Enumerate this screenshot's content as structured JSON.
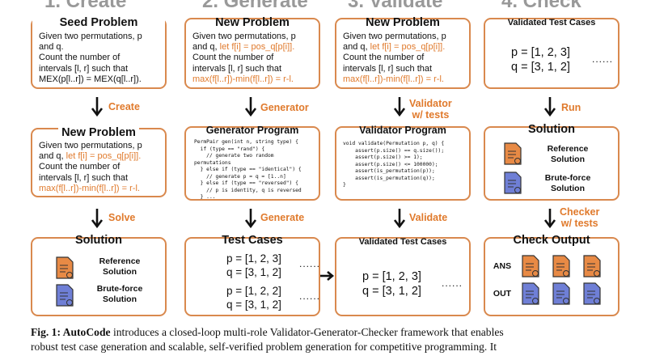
{
  "steps": [
    "1. Create",
    "2. Generate",
    "3. Validate",
    "4. Check"
  ],
  "col1": {
    "seed": {
      "title": "Seed Problem",
      "line1": "Given two permutations, p",
      "line2": "and q.",
      "line3": "Count the number of",
      "line4": "intervals [l, r] such that",
      "line5": "MEX(p[l..r]) = MEX(q[l..r])."
    },
    "arrow1": "Create",
    "newprob": {
      "title": "New Problem",
      "line1": "Given two permutations, p",
      "line2a": "and q, ",
      "line2b": "let f[i] = pos_q[p[i]].",
      "line3": "Count the number of",
      "line4": "intervals [l, r] such that",
      "line5": "max(f[l..r])-min(f[l..r]) = r-l."
    },
    "arrow2": "Solve",
    "solution": {
      "title": "Solution",
      "ref": "Reference\nSolution",
      "brute": "Brute-force\nSolution"
    }
  },
  "col2": {
    "newprob": {
      "title": "New Problem",
      "line1": "Given two permutations, p",
      "line2a": "and q, ",
      "line2b": "let f[i] = pos_q[p[i]].",
      "line3": "Count the number of",
      "line4": "intervals [l, r] such that",
      "line5": "max(f[l..r])-min(f[l..r]) = r-l."
    },
    "arrow1": "Generator",
    "genprog": {
      "title": "Generator Program",
      "code": "PermPair gen(int n, string type) {\n  if (type == \"rand\") {\n    // generate two random\npermutations\n  } else if (type == \"identical\") {\n    // generate p = q = [1..n]\n  } else if (type == \"reversed\") {\n    // p is identity, q is reversed\n  } ..."
    },
    "arrow2": "Generate",
    "tests": {
      "title": "Test Cases",
      "p1": "p = [1, 2, 3]",
      "q1": "q = [3, 1, 2]",
      "p2": "p = [1, 2, 2]",
      "q2": "q = [3, 1, 2]",
      "dots": "......"
    }
  },
  "col3": {
    "newprob": {
      "title": "New Problem",
      "line1": "Given two permutations, p",
      "line2a": "and q, ",
      "line2b": "let f[i] = pos_q[p[i]].",
      "line3": "Count the number of",
      "line4": "intervals [l, r] such that",
      "line5": "max(f[l..r])-min(f[l..r]) = r-l."
    },
    "arrow1": "Validator\nw/ tests",
    "valprog": {
      "title": "Validator Program",
      "code": "void validate(Permutation p, q) {\n    assert(p.size() == q.size());\n    assert(p.size() >= 1);\n    assert(p.size() <= 100000);\n    assert(is_permutation(p));\n    assert(is_permutation(q));\n}"
    },
    "arrow2": "Validate",
    "validated": {
      "title": "Validated Test Cases",
      "p": "p = [1, 2, 3]",
      "q": "q = [3, 1, 2]",
      "dots": "......"
    }
  },
  "col4": {
    "validated": {
      "title": "Validated Test Cases",
      "p": "p = [1, 2, 3]",
      "q": "q = [3, 1, 2]",
      "dots": "......"
    },
    "arrow1": "Run",
    "solution": {
      "title": "Solution",
      "ref": "Reference\nSolution",
      "brute": "Brute-force\nSolution"
    },
    "arrow2": "Checker\nw/ tests",
    "check": {
      "title": "Check Output",
      "ans": "ANS",
      "out": "OUT"
    }
  },
  "caption": {
    "label": "Fig. 1: ",
    "name": "AutoCode",
    "text1": " introduces a closed-loop multi-role Validator-Generator-Checker framework that enables",
    "text2": "robust test case generation and scalable, self-verified problem generation for competitive programming. It"
  },
  "colors": {
    "accent": "#e07a2c",
    "border": "#d9894e",
    "doc_orange": "#e88a45",
    "doc_blue": "#6f7fd6"
  }
}
